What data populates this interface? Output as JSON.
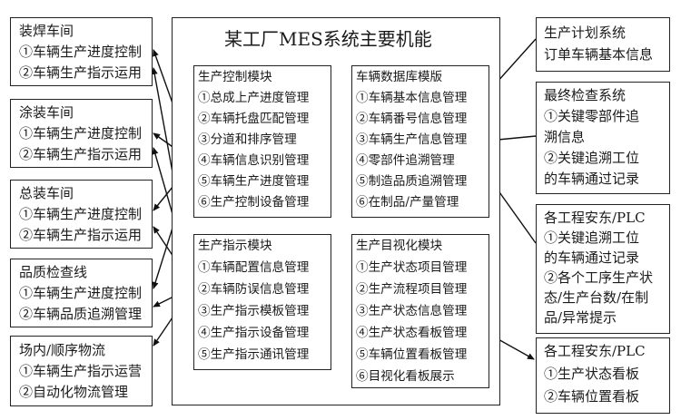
{
  "title": "某工厂MES系统主要机能",
  "left_boxes": [
    {
      "title": "装焊车间",
      "items": [
        "①车辆生产进度控制",
        "②车辆生产指示运用"
      ]
    },
    {
      "title": "涂装车间",
      "items": [
        "①车辆生产进度控制",
        "②车辆生产指示运用"
      ]
    },
    {
      "title": "总装车间",
      "items": [
        "①车辆生产进度控制",
        "②车辆生产指示运用"
      ]
    },
    {
      "title": "品质检查线",
      "items": [
        "①车辆生产进度控制",
        "②车辆品质追溯管理"
      ]
    },
    {
      "title": "场内/顺序物流",
      "items": [
        "①车辆生产指示运营",
        "②自动化物流管理"
      ]
    }
  ],
  "modules": {
    "production_control": {
      "title": "生产控制模块",
      "items": [
        "①总成上产进度管理",
        "②车辆托盘匹配管理",
        "③分道和排序管理",
        "④车辆信息识别管理",
        "⑤车辆生产进度管理",
        "⑥生产控制设备管理"
      ]
    },
    "vehicle_database": {
      "title": "车辆数据库模版",
      "items": [
        "①车辆基本信息管理",
        "②车辆番号信息管理",
        "③车辆生产信息管理",
        "④零部件追溯管理",
        "⑤制造品质追溯管理",
        "⑥在制品/产量管理"
      ]
    },
    "production_instruction": {
      "title": "生产指示模块",
      "items": [
        "①车辆配置信息管理",
        "②车辆防误信息管理",
        "③生产指示模板管理",
        "④生产指示设备管理",
        "⑤生产指示通讯管理"
      ]
    },
    "production_visualization": {
      "title": "生产目视化模块",
      "items": [
        "①生产状态项目管理",
        "②生产流程项目管理",
        "③生产状态信息管理",
        "④生产状态看板管理",
        "⑤车辆位置看板管理",
        "⑥目视化看板展示"
      ]
    }
  },
  "right_boxes": {
    "planning": {
      "lines": [
        "生产计划系统",
        "订单车辆基本信息"
      ]
    },
    "final_inspection": {
      "lines": [
        "最终检查系统",
        "①关键零部件追",
        "溯信息",
        "②关键追溯工位",
        "的车辆通过记录"
      ]
    },
    "plc_input": {
      "lines": [
        "各工程安东/PLC",
        "①关键追溯工位",
        "的车辆通过记录",
        "②各个工序生产状",
        "态/生产台数/在制",
        "品/异常提示"
      ]
    },
    "plc_output": {
      "lines": [
        "各工程安东/PLC",
        "①生产状态看板",
        "②车辆位置看板"
      ]
    }
  }
}
